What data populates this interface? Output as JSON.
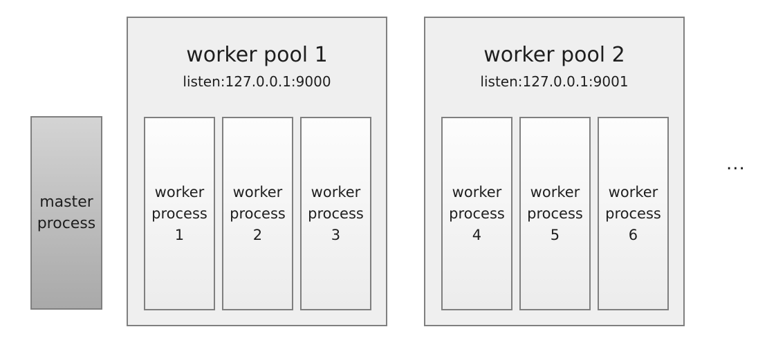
{
  "master": {
    "line1": "master",
    "line2": "process"
  },
  "pools": [
    {
      "title": "worker pool 1",
      "listen": "listen:127.0.0.1:9000",
      "processes": [
        {
          "line1": "worker",
          "line2": "process",
          "number": "1"
        },
        {
          "line1": "worker",
          "line2": "process",
          "number": "2"
        },
        {
          "line1": "worker",
          "line2": "process",
          "number": "3"
        }
      ]
    },
    {
      "title": "worker pool 2",
      "listen": "listen:127.0.0.1:9001",
      "processes": [
        {
          "line1": "worker",
          "line2": "process",
          "number": "4"
        },
        {
          "line1": "worker",
          "line2": "process",
          "number": "5"
        },
        {
          "line1": "worker",
          "line2": "process",
          "number": "6"
        }
      ]
    }
  ],
  "ellipsis": "..."
}
